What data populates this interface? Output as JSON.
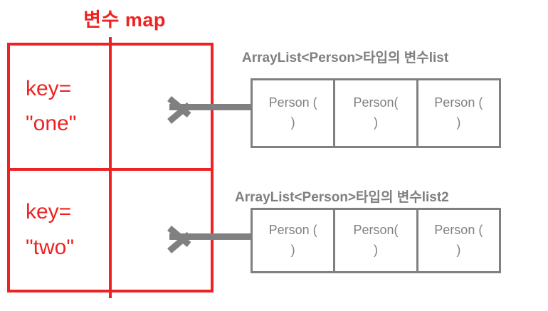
{
  "diagram": {
    "map": {
      "title": "변수 map",
      "title_color": "#ee2222",
      "rows": [
        {
          "key_line1": "key=",
          "key_line2": "\"one\"",
          "value_arrow": "arrow-left-icon"
        },
        {
          "key_line1": "key=",
          "key_line2": "\"two\"",
          "value_arrow": "arrow-left-icon"
        }
      ]
    },
    "lists": [
      {
        "label": "ArrayList<Person>타입의 변수list",
        "label_color": "#7f7f7f",
        "cells": [
          {
            "open": "Person (",
            "close": ")"
          },
          {
            "open": "Person(",
            "close": ")"
          },
          {
            "open": "Person (",
            "close": ")"
          }
        ]
      },
      {
        "label": "ArrayList<Person>타입의 변수list2",
        "label_color": "#7f7f7f",
        "cells": [
          {
            "open": "Person (",
            "close": ")"
          },
          {
            "open": "Person(",
            "close": ")"
          },
          {
            "open": "Person (",
            "close": ")"
          }
        ]
      }
    ],
    "arrows": [
      {
        "name": "arrow-one",
        "direction": "left"
      },
      {
        "name": "arrow-two",
        "direction": "left"
      }
    ]
  }
}
